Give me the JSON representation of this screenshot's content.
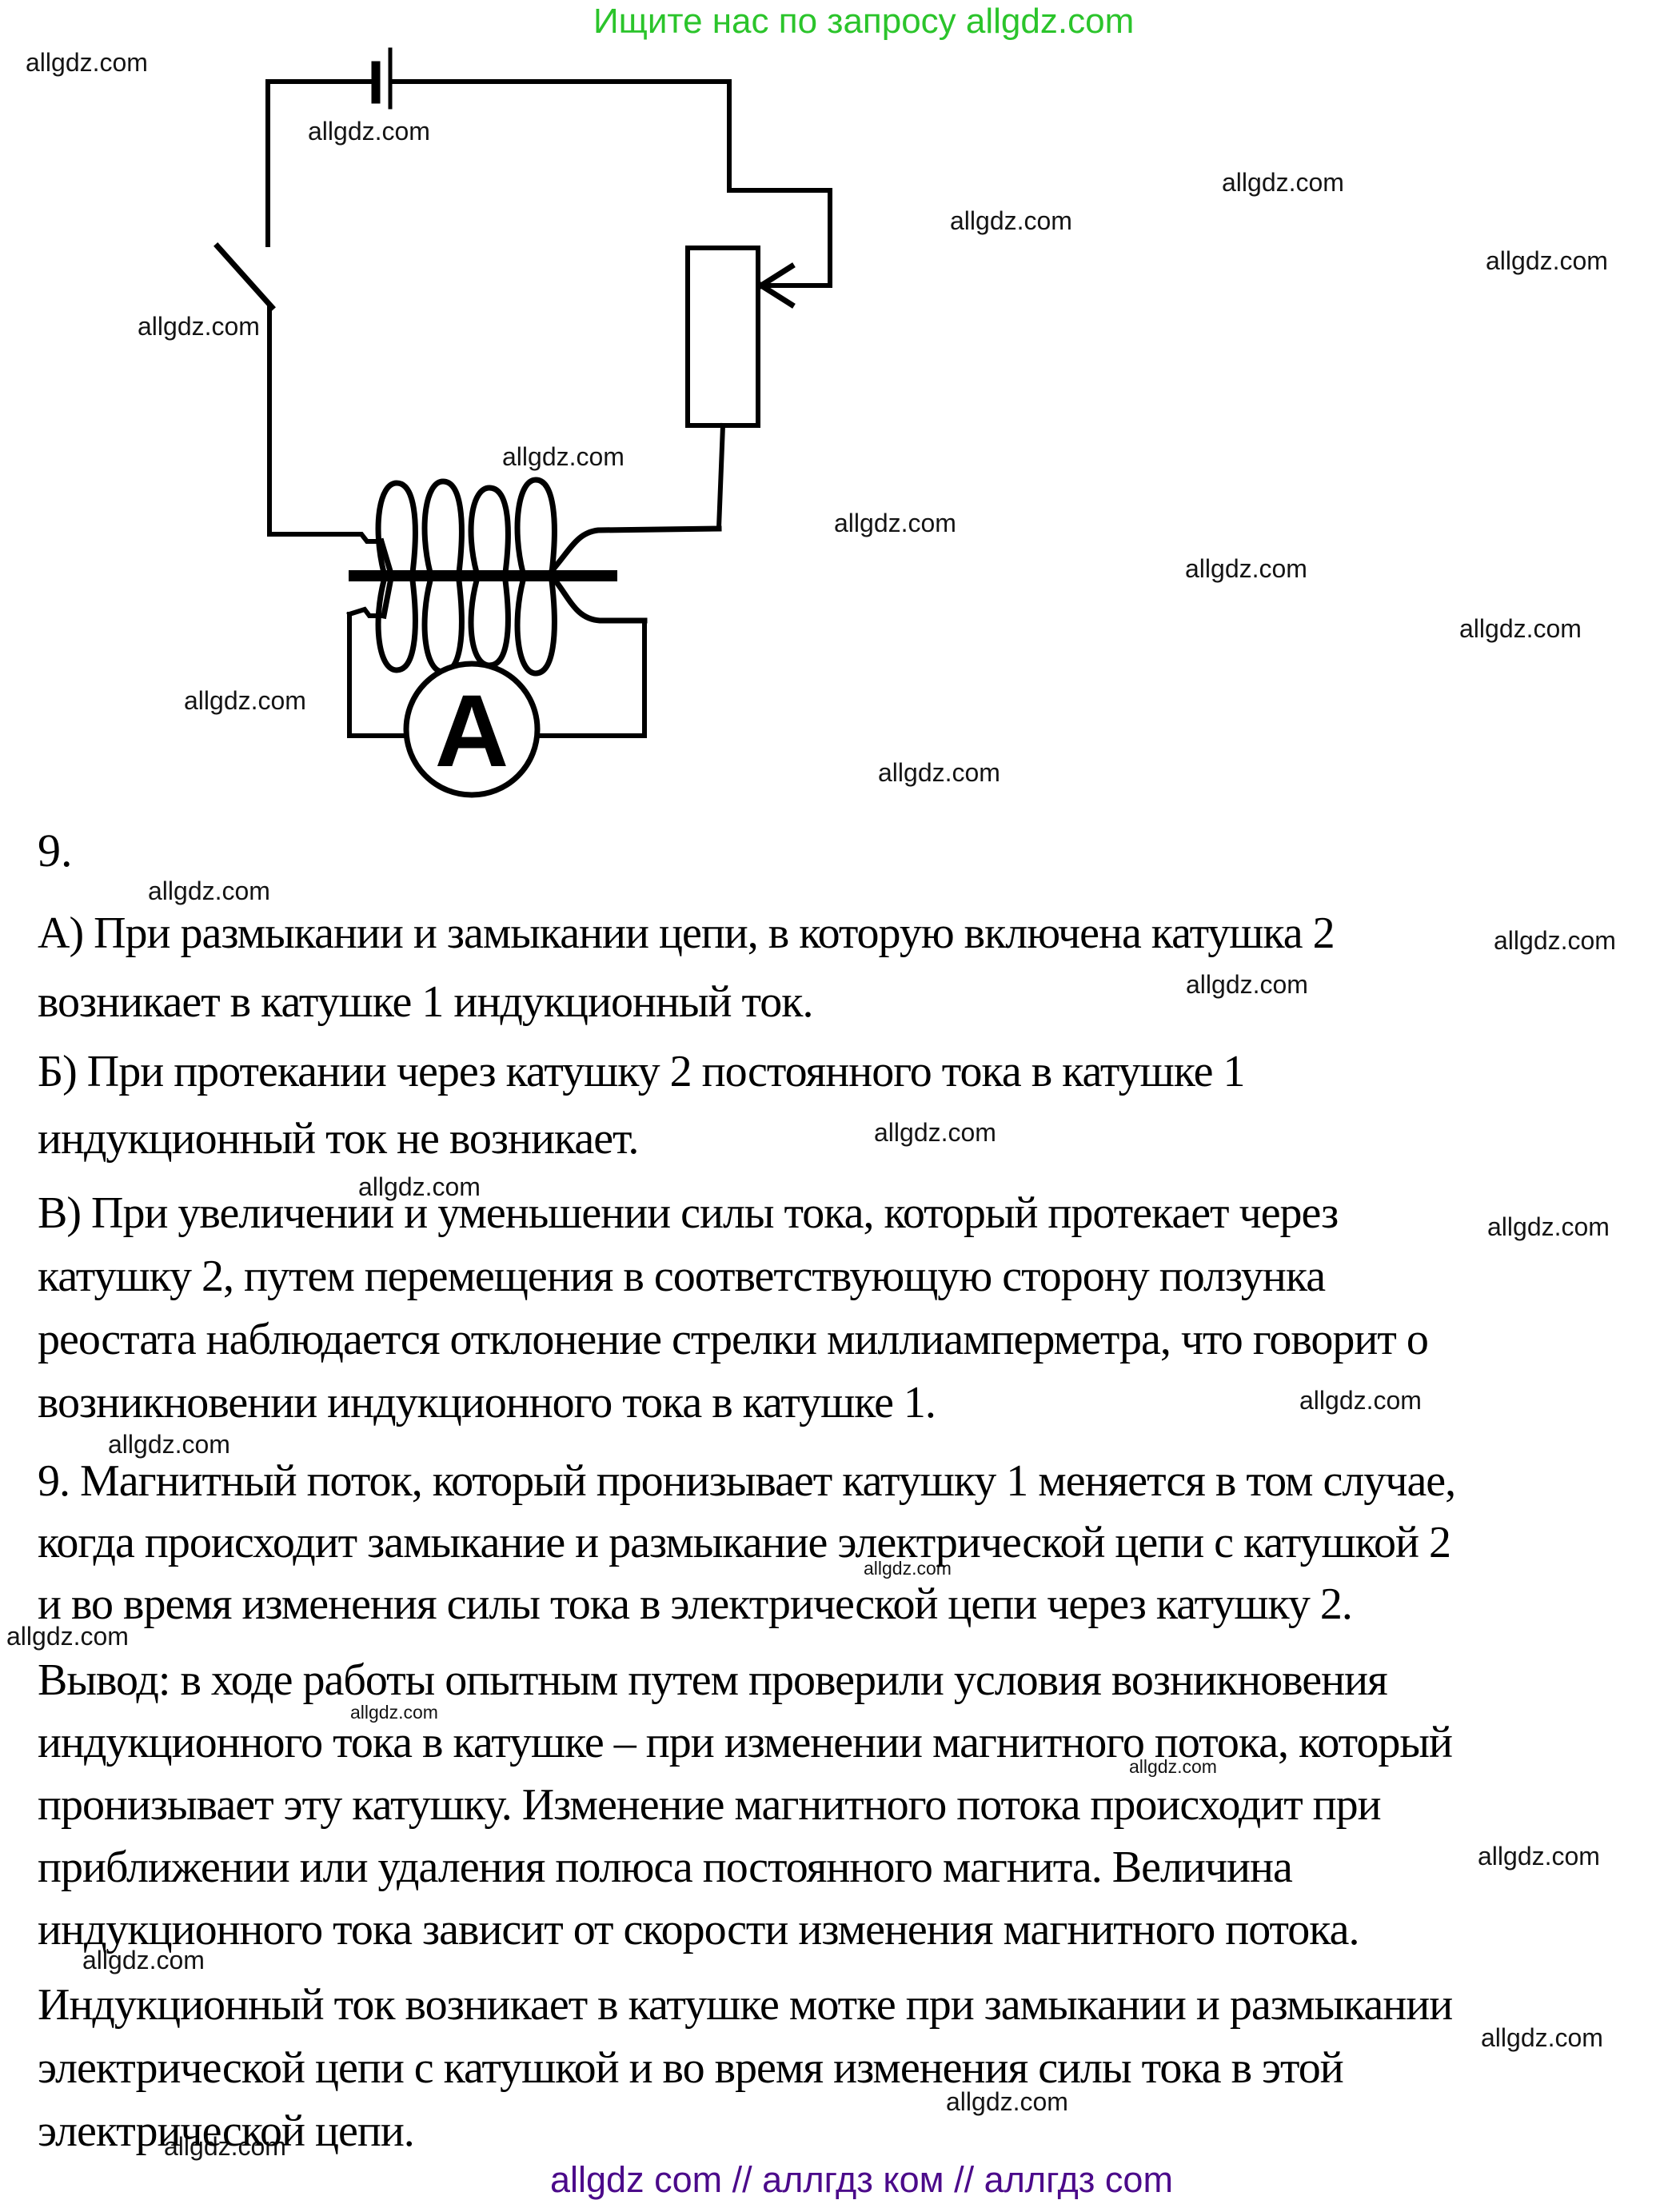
{
  "page": {
    "header_note": "Ищите нас по запросу allgdz.com",
    "footer_note": "allgdz com  //  аллгдз ком  //  аллгдз com",
    "colors": {
      "header_green": "#2bc42b",
      "footer_purple": "#4b0a8a",
      "ink": "#000000",
      "watermark": "#141414"
    }
  },
  "watermarks": {
    "text": "allgdz.com",
    "positions": [
      [
        32,
        62,
        0
      ],
      [
        385,
        148,
        0
      ],
      [
        1528,
        212,
        0
      ],
      [
        1188,
        260,
        0
      ],
      [
        1858,
        310,
        0
      ],
      [
        172,
        392,
        0
      ],
      [
        628,
        555,
        0
      ],
      [
        1043,
        638,
        0
      ],
      [
        1482,
        695,
        0
      ],
      [
        1825,
        770,
        0
      ],
      [
        230,
        860,
        0
      ],
      [
        1098,
        950,
        0
      ],
      [
        185,
        1098,
        0
      ],
      [
        1868,
        1160,
        0
      ],
      [
        1483,
        1215,
        0
      ],
      [
        1093,
        1400,
        0
      ],
      [
        448,
        1468,
        0
      ],
      [
        1860,
        1518,
        0
      ],
      [
        1625,
        1735,
        0
      ],
      [
        135,
        1790,
        0
      ],
      [
        1080,
        1950,
        1
      ],
      [
        8,
        2030,
        0
      ],
      [
        438,
        2130,
        1
      ],
      [
        1412,
        2198,
        1
      ],
      [
        1848,
        2305,
        0
      ],
      [
        103,
        2435,
        0
      ],
      [
        1852,
        2532,
        0
      ],
      [
        1183,
        2612,
        0
      ],
      [
        205,
        2668,
        0
      ]
    ]
  },
  "circuit": {
    "ammeter_label": "А"
  },
  "answers": {
    "number": "9.",
    "items": [
      {
        "lines": [
          "А) При размыкании и замыкании цепи, в которую включена катушка 2",
          "возникает в катушке 1 индукционный ток."
        ]
      },
      {
        "lines": [
          "Б) При протекании через катушку 2 постоянного тока в катушке 1",
          "индукционный ток не возникает."
        ]
      },
      {
        "lines": [
          "В) При увеличении и уменьшении силы тока, который протекает через",
          "катушку 2, путем перемещения в соответствующую сторону ползунка",
          "реостата наблюдается отклонение стрелки миллиамперметра, что говорит о",
          "возникновении индукционного тока в катушке 1."
        ]
      },
      {
        "lines": [
          "9. Магнитный поток, который пронизывает катушку 1 меняется в том случае,",
          "когда происходит замыкание и размыкание электрической цепи с катушкой 2",
          "и во время изменения силы тока в электрической цепи через катушку 2."
        ]
      },
      {
        "lines": [
          "Вывод: в ходе работы опытным путем проверили условия возникновения",
          "индукционного тока в катушке – при изменении магнитного потока, который",
          "пронизывает эту катушку. Изменение магнитного потока происходит при",
          "приближении или удаления полюса постоянного магнита. Величина",
          "индукционного тока зависит от скорости изменения магнитного потока."
        ]
      },
      {
        "lines": [
          "Индукционный ток возникает в катушке мотке при замыкании и размыкании",
          "электрической цепи с катушкой и во время изменения силы тока в этой",
          "электрической цепи."
        ]
      }
    ]
  }
}
